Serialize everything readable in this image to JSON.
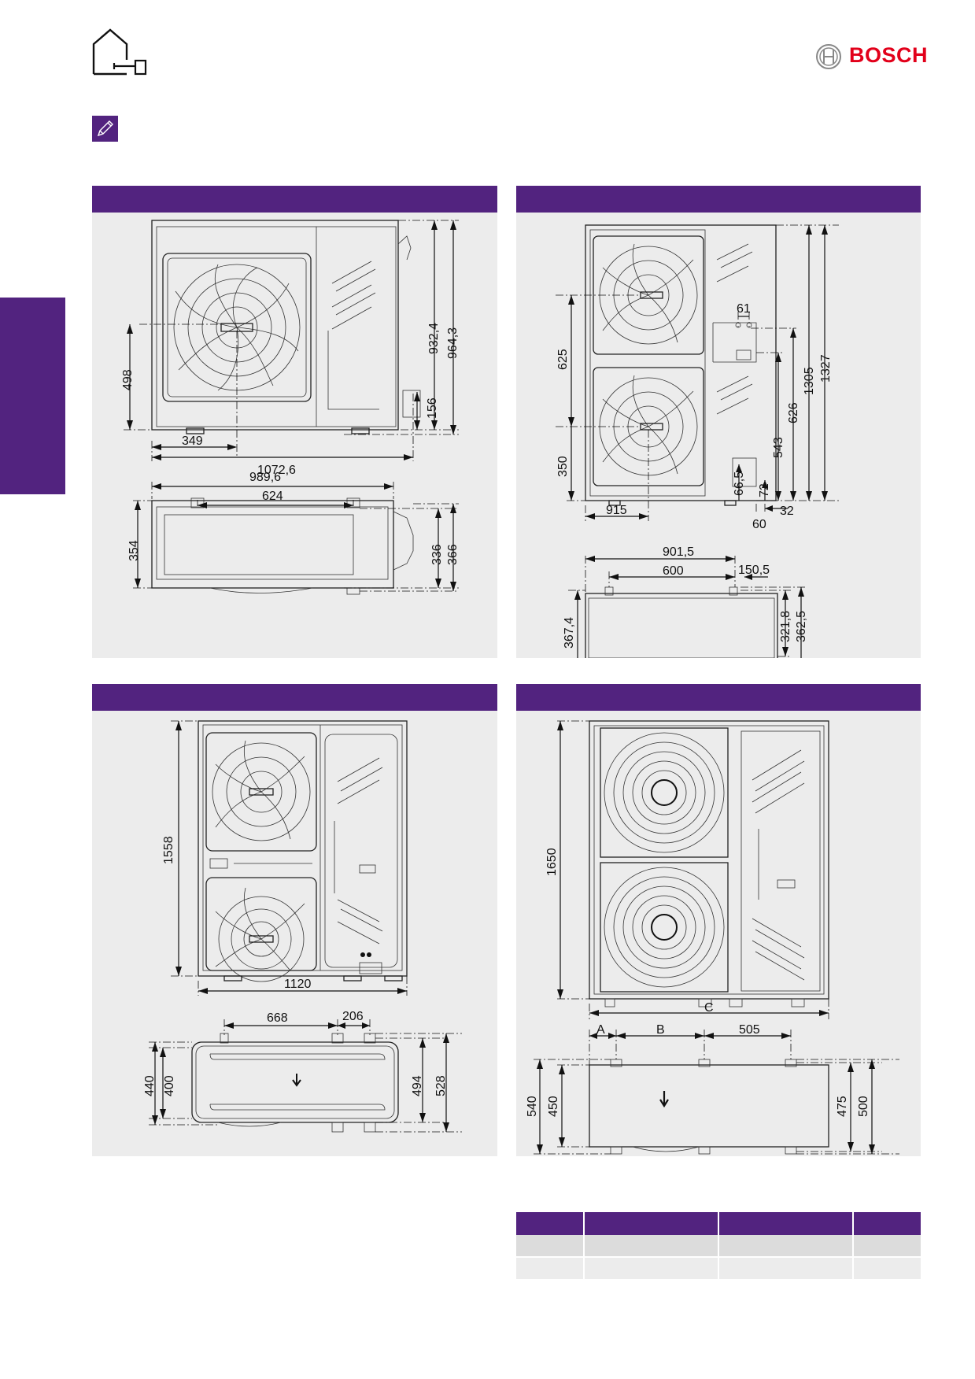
{
  "brand": {
    "name": "BOSCH",
    "color": "#e2001a"
  },
  "accent_color": "#52237f",
  "icons": {
    "house": "house-outline-icon",
    "pencil": "pencil-edit-icon",
    "bosch_armature": "bosch-armature-logo"
  },
  "panels": [
    {
      "id": "panel1",
      "dims": {
        "h_498": "498",
        "h_932": "932,4",
        "h_964": "964,3",
        "h_156": "156",
        "w_349": "349",
        "w_1072": "1072,6",
        "top_989": "989,6",
        "top_624": "624",
        "d_354": "354",
        "d_336": "336",
        "d_366": "366"
      }
    },
    {
      "id": "panel2",
      "dims": {
        "h_625": "625",
        "h_350": "350",
        "w_915": "915",
        "d_61": "61",
        "h_1305": "1305",
        "h_1327": "1327",
        "h_626": "626",
        "h_543": "543",
        "h_66": "66,5",
        "h_72": "72",
        "w_32": "32",
        "w_60": "60",
        "top_901": "901,5",
        "top_600": "600",
        "top_150": "150,5",
        "d_367": "367,4",
        "d_321": "321,8",
        "d_362": "362,5"
      }
    },
    {
      "id": "panel3",
      "dims": {
        "h_1558": "1558",
        "w_1120": "1120",
        "top_668": "668",
        "top_206": "206",
        "d_440": "440",
        "d_400": "400",
        "d_494": "494",
        "d_528": "528"
      }
    },
    {
      "id": "panel4",
      "dims": {
        "h_1650": "1650",
        "w_C": "C",
        "top_A": "A",
        "top_B": "B",
        "top_505": "505",
        "d_540": "540",
        "d_450": "450",
        "d_475": "475",
        "d_500": "500"
      }
    }
  ]
}
